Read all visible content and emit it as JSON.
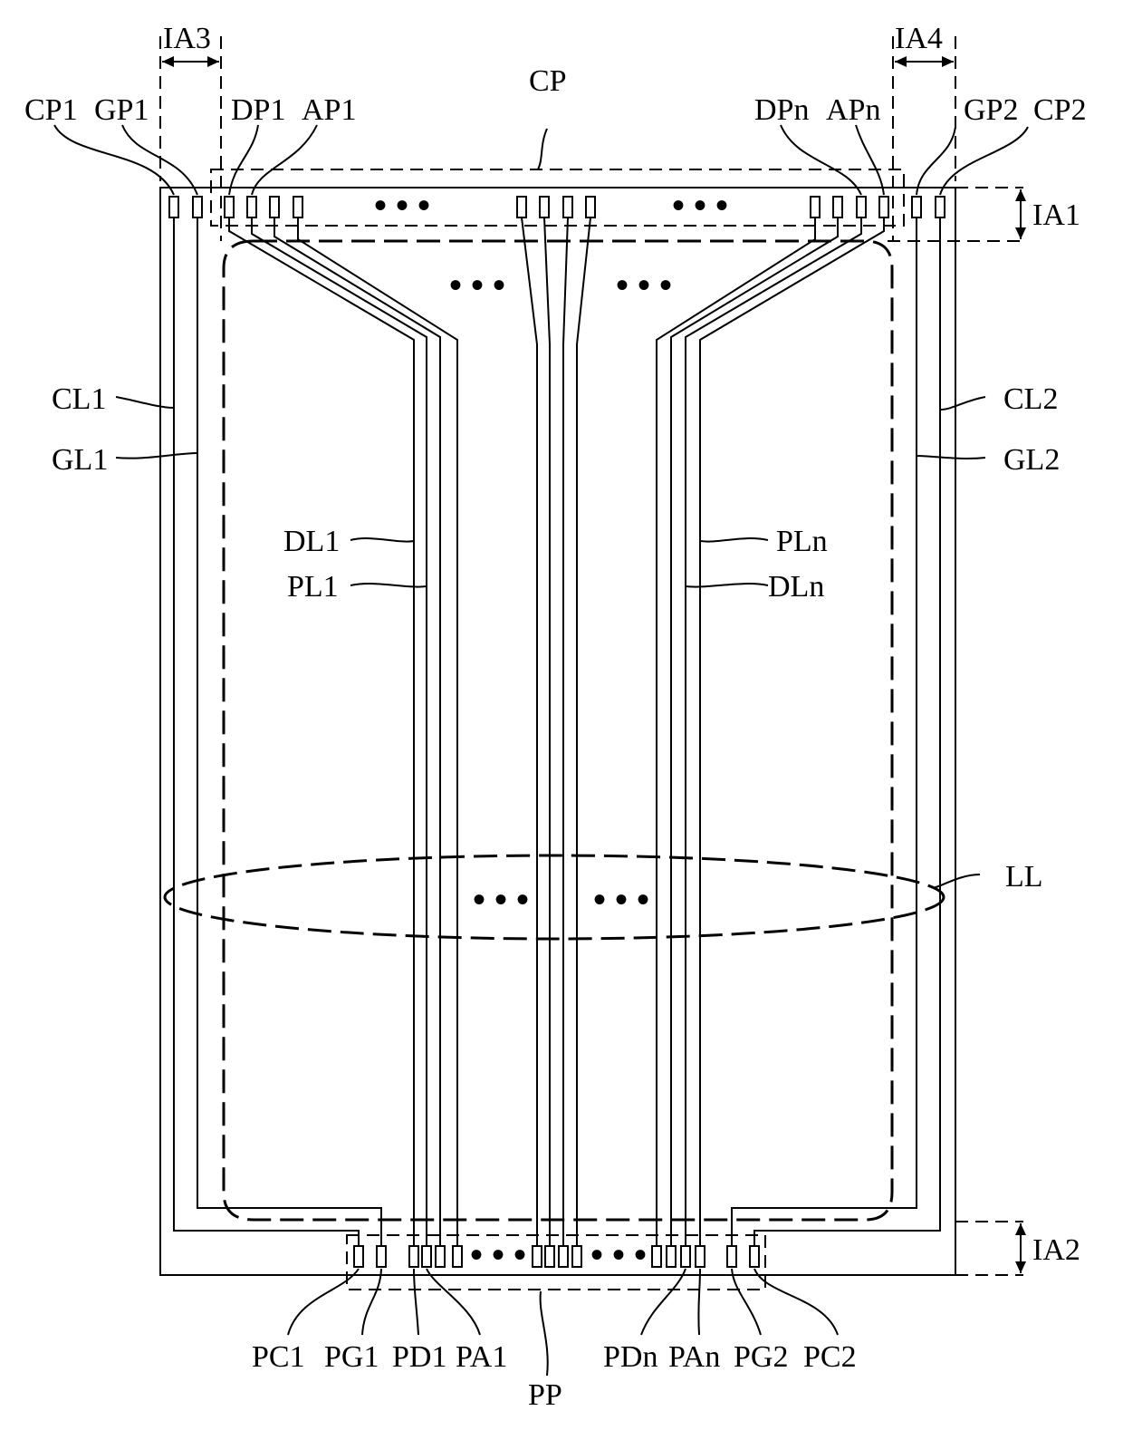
{
  "labels": {
    "IA3": "IA3",
    "IA4": "IA4",
    "CP": "CP",
    "CP1": "CP1",
    "GP1": "GP1",
    "DP1": "DP1",
    "AP1": "AP1",
    "DPn": "DPn",
    "APn": "APn",
    "GP2": "GP2",
    "CP2": "CP2",
    "IA1": "IA1",
    "IA2": "IA2",
    "CL1": "CL1",
    "GL1": "GL1",
    "CL2": "CL2",
    "GL2": "GL2",
    "DL1": "DL1",
    "PL1": "PL1",
    "PLn": "PLn",
    "DLn": "DLn",
    "LL": "LL",
    "PC1": "PC1",
    "PG1": "PG1",
    "PD1": "PD1",
    "PA1": "PA1",
    "PDn": "PDn",
    "PAn": "PAn",
    "PG2": "PG2",
    "PC2": "PC2",
    "PP": "PP"
  },
  "ellipsis": "• • •"
}
